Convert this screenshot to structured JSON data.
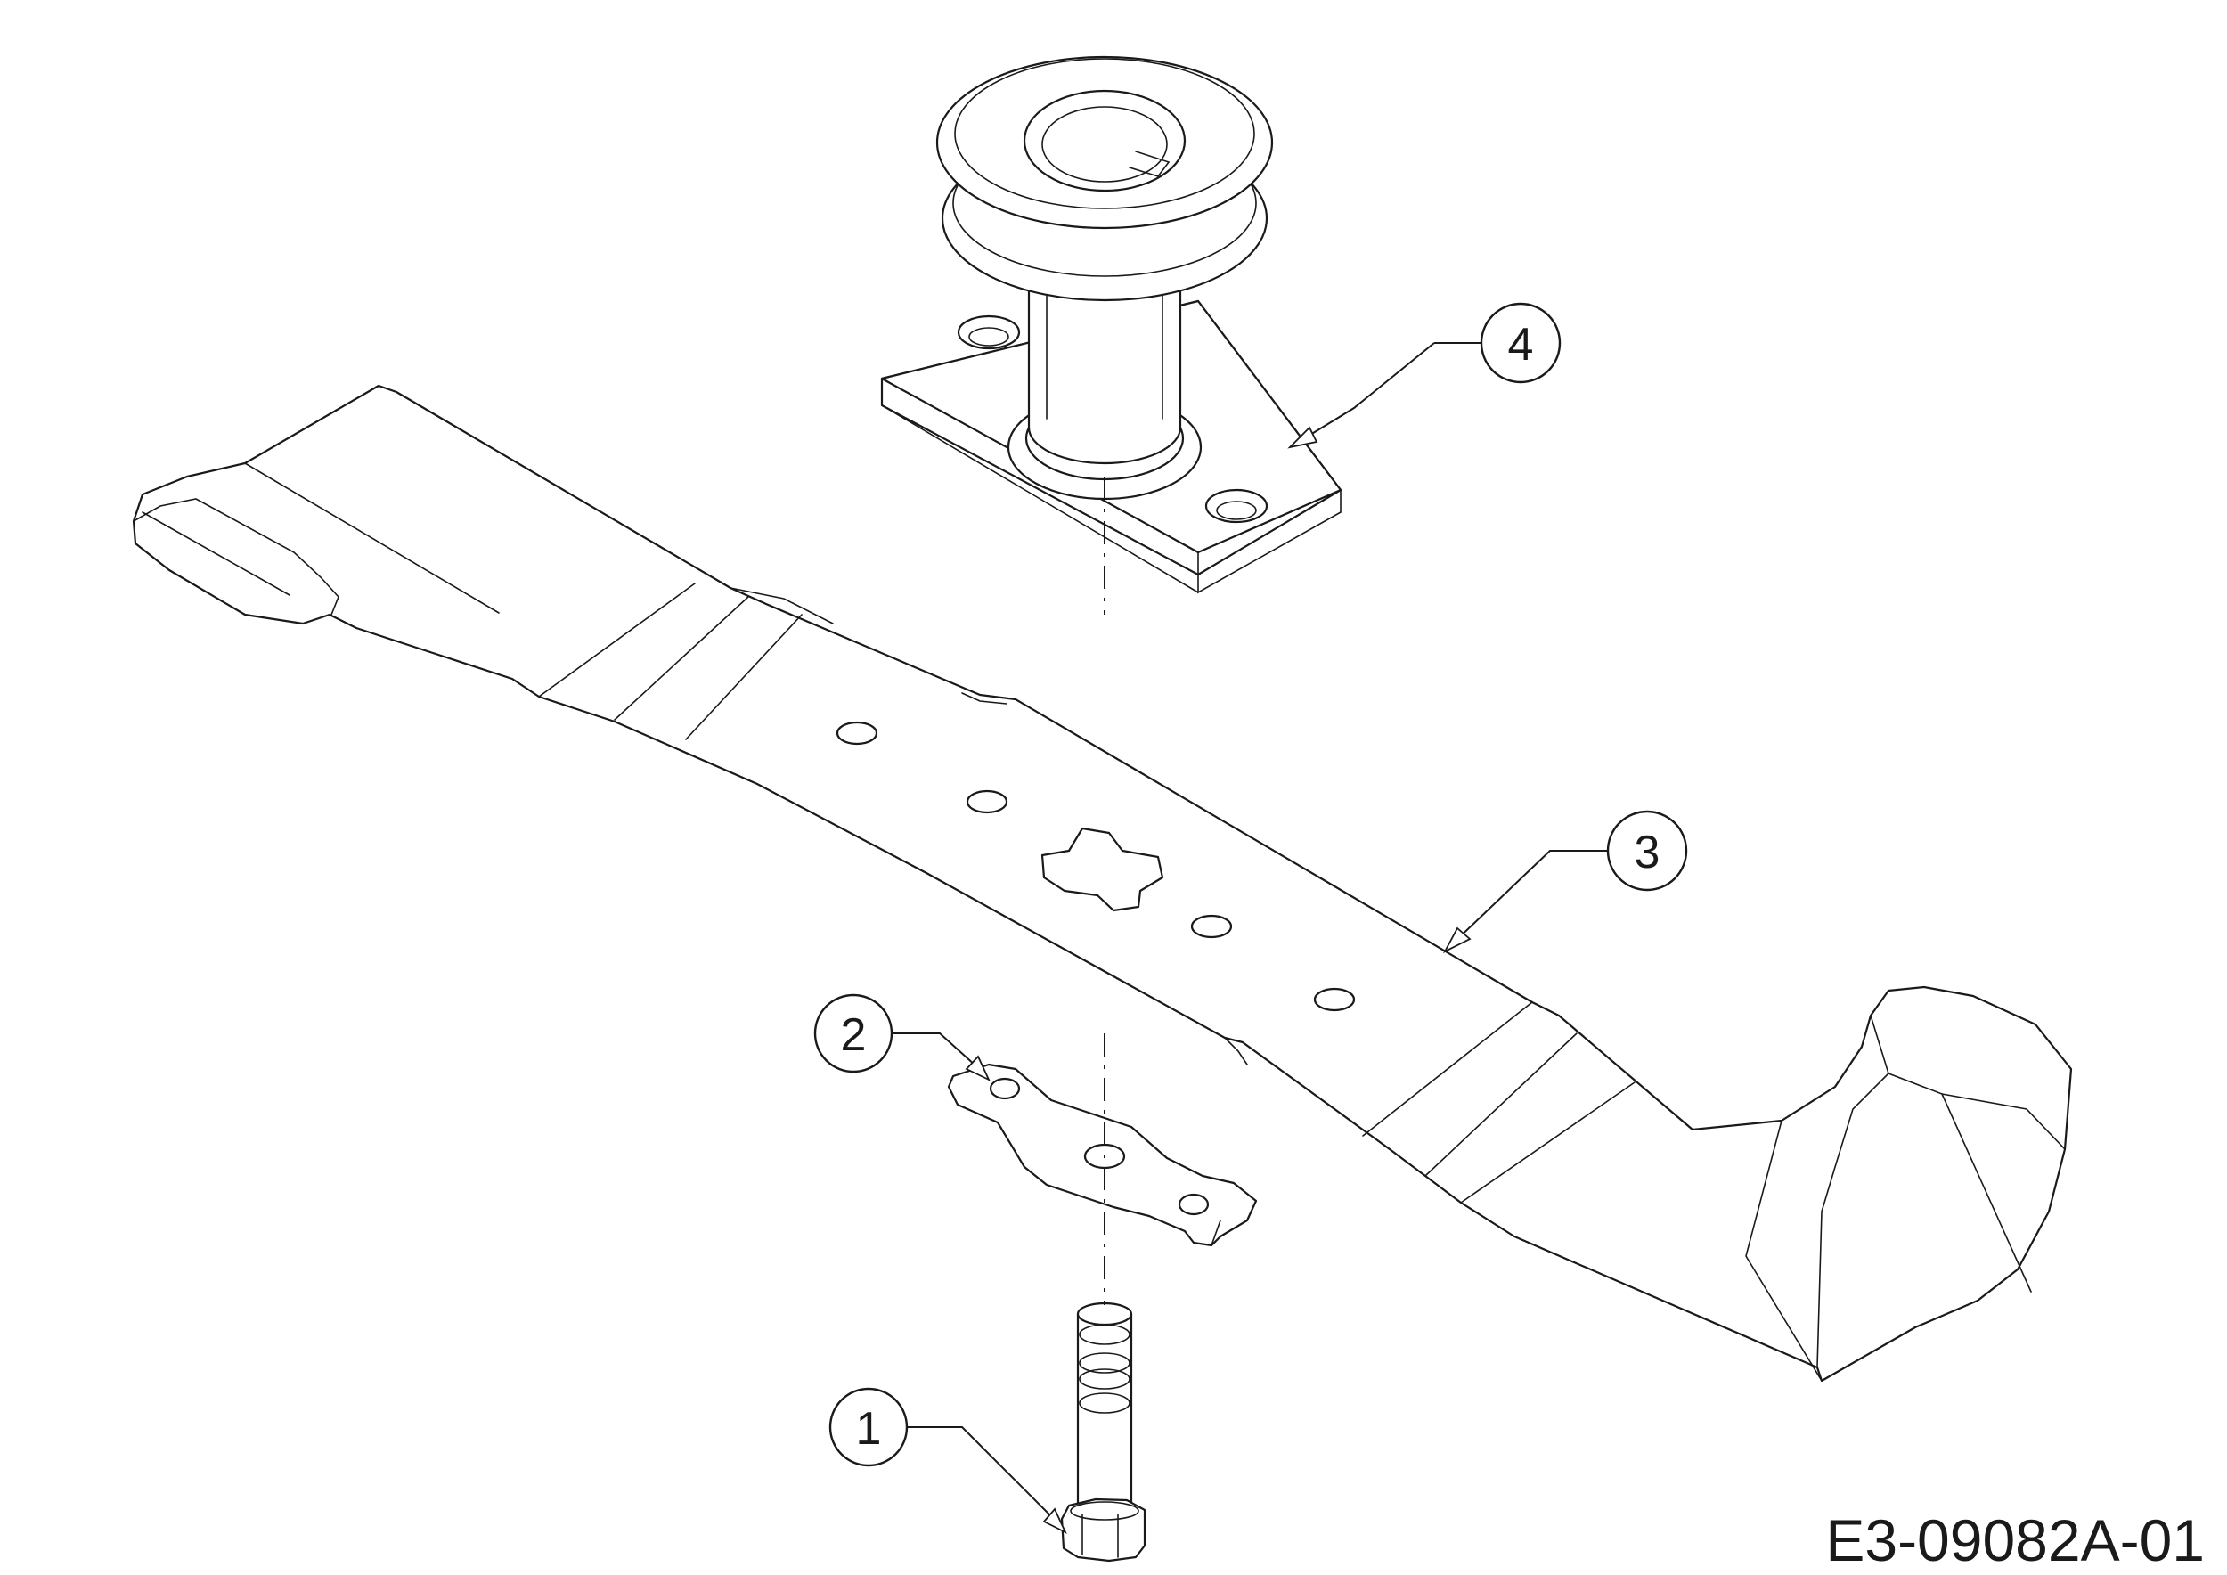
{
  "callouts": [
    {
      "id": "1",
      "label": "1"
    },
    {
      "id": "2",
      "label": "2"
    },
    {
      "id": "3",
      "label": "3"
    },
    {
      "id": "4",
      "label": "4"
    }
  ],
  "drawing_code": "E3-09082A-01"
}
